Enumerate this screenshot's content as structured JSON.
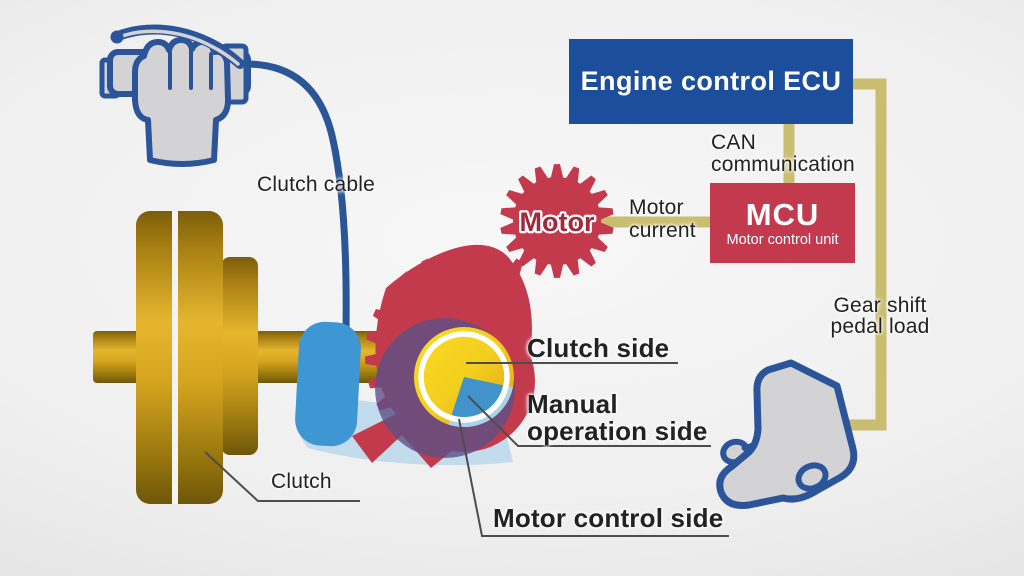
{
  "boxes": {
    "ecu": {
      "label": "Engine control ECU"
    },
    "mcu": {
      "title": "MCU",
      "subtitle": "Motor control unit"
    }
  },
  "labels": {
    "can_line1": "CAN",
    "can_line2": "communication",
    "motor_current_line1": "Motor",
    "motor_current_line2": "current",
    "gear_shift": "Gear shift pedal load",
    "clutch_cable": "Clutch cable",
    "clutch": "Clutch",
    "clutch_side": "Clutch side",
    "manual_operation_line1": "Manual",
    "manual_operation_line2": "operation side",
    "motor_control_side": "Motor control side",
    "motor_gear": "Motor"
  },
  "icons": {
    "hand_clutch_lever": "hand-squeezing-clutch-lever-icon",
    "gear_shift_pedal": "boot-on-gear-shift-pedal-icon",
    "motor_gear": "motor-gear-icon",
    "clutch_assembly": "clutch-disc-icon"
  },
  "colors": {
    "ecu_blue": "#1d4e9b",
    "mcu_red": "#c33a4e",
    "cam_red": "#c23a4c",
    "wire_khaki": "#c9be70",
    "outline_blue": "#2c5599",
    "illustration_gray": "#d3d3d5",
    "gold": "#d4a01f",
    "lever_blue": "#3e96d2",
    "light_blue": "#9ccbe9",
    "purple": "#5c5086",
    "pie_yellow": "#f2cf1f",
    "pie_blue": "#4293cc",
    "motor_text_red": "#9e2a3c",
    "label_text": "#222222",
    "leader_line": "#4d4d4d"
  }
}
